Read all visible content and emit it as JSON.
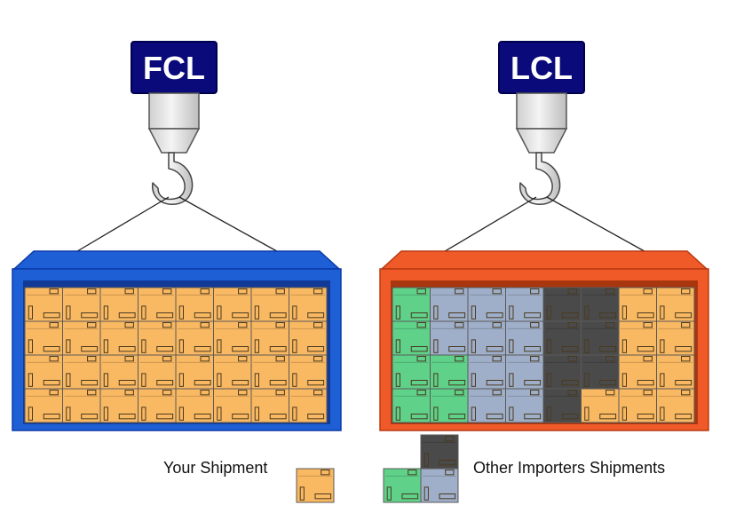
{
  "left_panel": {
    "sign_label": "FCL",
    "container_color": "#1f5fd6",
    "container_edge": "#0b3aa8",
    "rows": [
      [
        "yours",
        "yours",
        "yours",
        "yours",
        "yours",
        "yours",
        "yours",
        "yours"
      ],
      [
        "yours",
        "yours",
        "yours",
        "yours",
        "yours",
        "yours",
        "yours",
        "yours"
      ],
      [
        "yours",
        "yours",
        "yours",
        "yours",
        "yours",
        "yours",
        "yours",
        "yours"
      ],
      [
        "yours",
        "yours",
        "yours",
        "yours",
        "yours",
        "yours",
        "yours",
        "yours"
      ]
    ]
  },
  "right_panel": {
    "sign_label": "LCL",
    "container_color": "#f05a28",
    "container_edge": "#b83a12",
    "rows": [
      [
        "green",
        "blue",
        "blue",
        "blue",
        "dark",
        "dark",
        "yours",
        "yours"
      ],
      [
        "green",
        "blue",
        "blue",
        "blue",
        "dark",
        "dark",
        "yours",
        "yours"
      ],
      [
        "green",
        "green",
        "blue",
        "blue",
        "dark",
        "dark",
        "yours",
        "yours"
      ],
      [
        "green",
        "green",
        "blue",
        "blue",
        "dark",
        "yours",
        "yours",
        "yours"
      ]
    ]
  },
  "sign_color": "#0a0a7a",
  "box_colors": {
    "yours": "#f9b862",
    "green": "#5fd189",
    "blue": "#9fafc9",
    "dark": "#4a4a4a"
  },
  "legend": {
    "your_label": "Your Shipment",
    "others_label": "Other Importers Shipments"
  }
}
